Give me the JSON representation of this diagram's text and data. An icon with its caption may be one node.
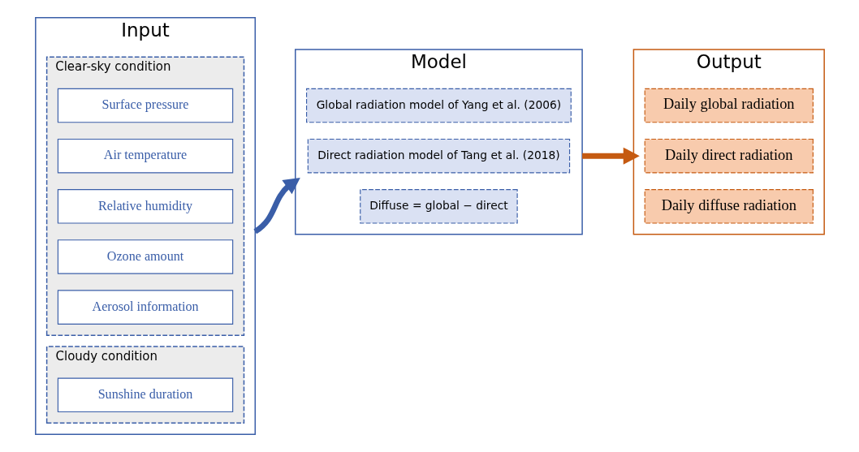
{
  "diagram": {
    "nodes": [
      {
        "text": [
          "Input"
        ]
      },
      {
        "text": [
          "Clear-sky condition"
        ],
        "in": 0
      },
      {
        "text": [
          "Surface pressure"
        ],
        "in": 1
      },
      {
        "text": [
          "Air temperature"
        ],
        "in": 1
      },
      {
        "text": [
          "Relative humidity"
        ],
        "in": 1
      },
      {
        "text": [
          "Ozone amount"
        ],
        "in": 1
      },
      {
        "text": [
          "Aerosol information"
        ],
        "in": 1
      },
      {
        "text": [
          "Cloudy condition"
        ],
        "in": 0
      },
      {
        "text": [
          "Sunshine duration"
        ],
        "in": 7
      },
      {
        "text": [
          "Model"
        ]
      },
      {
        "text": [
          "Global radiation model of Yang et al. (2006)"
        ],
        "in": 9
      },
      {
        "text": [
          "Direct radiation model of Tang et al. (2018)"
        ],
        "in": 9
      },
      {
        "text": [
          "Diffuse = global − direct"
        ],
        "in": 9
      },
      {
        "text": [
          "Output"
        ]
      },
      {
        "text": [
          "Daily global radiation"
        ],
        "in": 13
      },
      {
        "text": [
          "Daily direct radiation"
        ],
        "in": 13
      },
      {
        "text": [
          "Daily diffuse radiation"
        ],
        "in": 13
      }
    ],
    "edges": [
      {
        "from": 0,
        "to": 9,
        "arrow": "to",
        "color": "#3a5ea8"
      },
      {
        "from": 9,
        "to": 13,
        "arrow": "to",
        "color": "#c55a11"
      }
    ]
  }
}
